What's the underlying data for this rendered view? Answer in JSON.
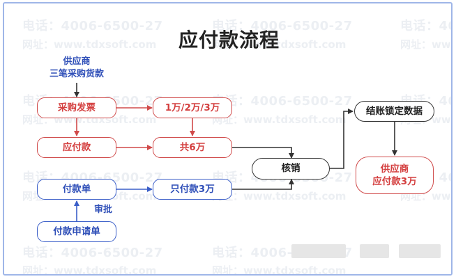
{
  "title": "应付款流程",
  "watermark": {
    "phone": "电话：4006-6500-27",
    "site": "网址：www.tdxsoft.com"
  },
  "nodes": {
    "supplier_label_line1": "供应商",
    "supplier_label_line2": "三笔采购货款",
    "purchase_invoice": "采购发票",
    "amounts": "1万/2万/3万",
    "payable": "应付款",
    "total": "共6万",
    "payment_order": "付款单",
    "paid_only": "只付款3万",
    "approval": "审批",
    "payment_request": "付款申请单",
    "write_off": "核销",
    "lock_data": "结账锁定数据",
    "result_line1": "供应商",
    "result_line2": "应付款3万"
  },
  "colors": {
    "red": "#d43f3f",
    "blue": "#2f4fb8",
    "black": "#222222",
    "frame": "#9fb6e8"
  }
}
